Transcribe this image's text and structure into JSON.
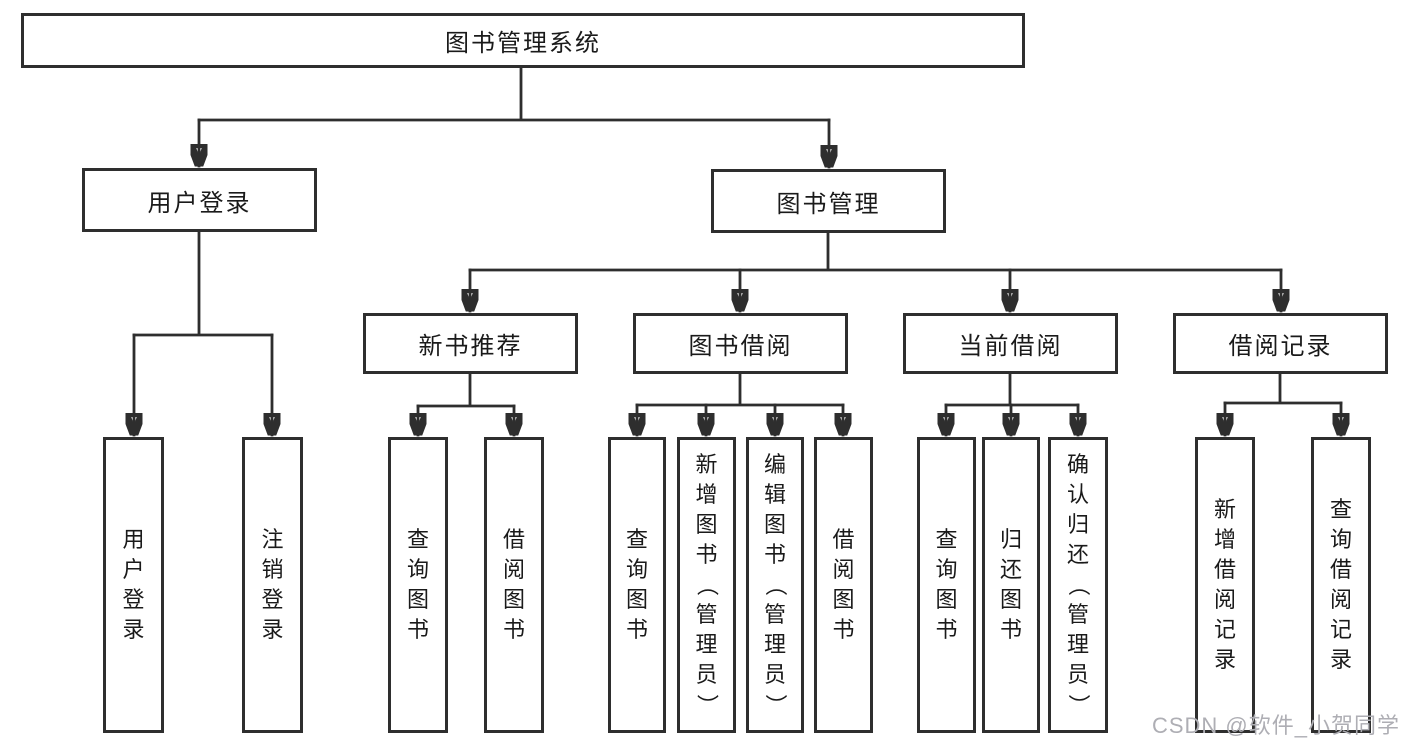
{
  "nodes": {
    "root": {
      "label": "图书管理系统"
    },
    "level2": {
      "user_login": {
        "label": "用户登录"
      },
      "book_mgmt": {
        "label": "图书管理"
      }
    },
    "level3": {
      "new_book_rec": {
        "label": "新书推荐"
      },
      "book_borrow": {
        "label": "图书借阅"
      },
      "current_borrow": {
        "label": "当前借阅"
      },
      "borrow_record": {
        "label": "借阅记录"
      }
    },
    "leaves": {
      "user_login": {
        "label": "用户登录"
      },
      "logout": {
        "label": "注销登录"
      },
      "query_book_rec": {
        "label": "查询图书"
      },
      "borrow_book_rec": {
        "label": "借阅图书"
      },
      "query_book_borrow": {
        "label": "查询图书"
      },
      "add_book": {
        "label": "新增图书（管理员）"
      },
      "edit_book": {
        "label": "编辑图书（管理员）"
      },
      "borrow_book": {
        "label": "借阅图书"
      },
      "query_book_current": {
        "label": "查询图书"
      },
      "return_book": {
        "label": "归还图书"
      },
      "confirm_return": {
        "label": "确认归还（管理员）"
      },
      "add_borrow_record": {
        "label": "新增借阅记录"
      },
      "query_borrow_record": {
        "label": "查询借阅记录"
      }
    },
    "watermark": "CSDN @软件_小贺同学"
  },
  "colors": {
    "line": "#2e2e2e",
    "text": "#1a1a1a",
    "background": "#ffffff",
    "watermark": "#aeaeb4"
  }
}
